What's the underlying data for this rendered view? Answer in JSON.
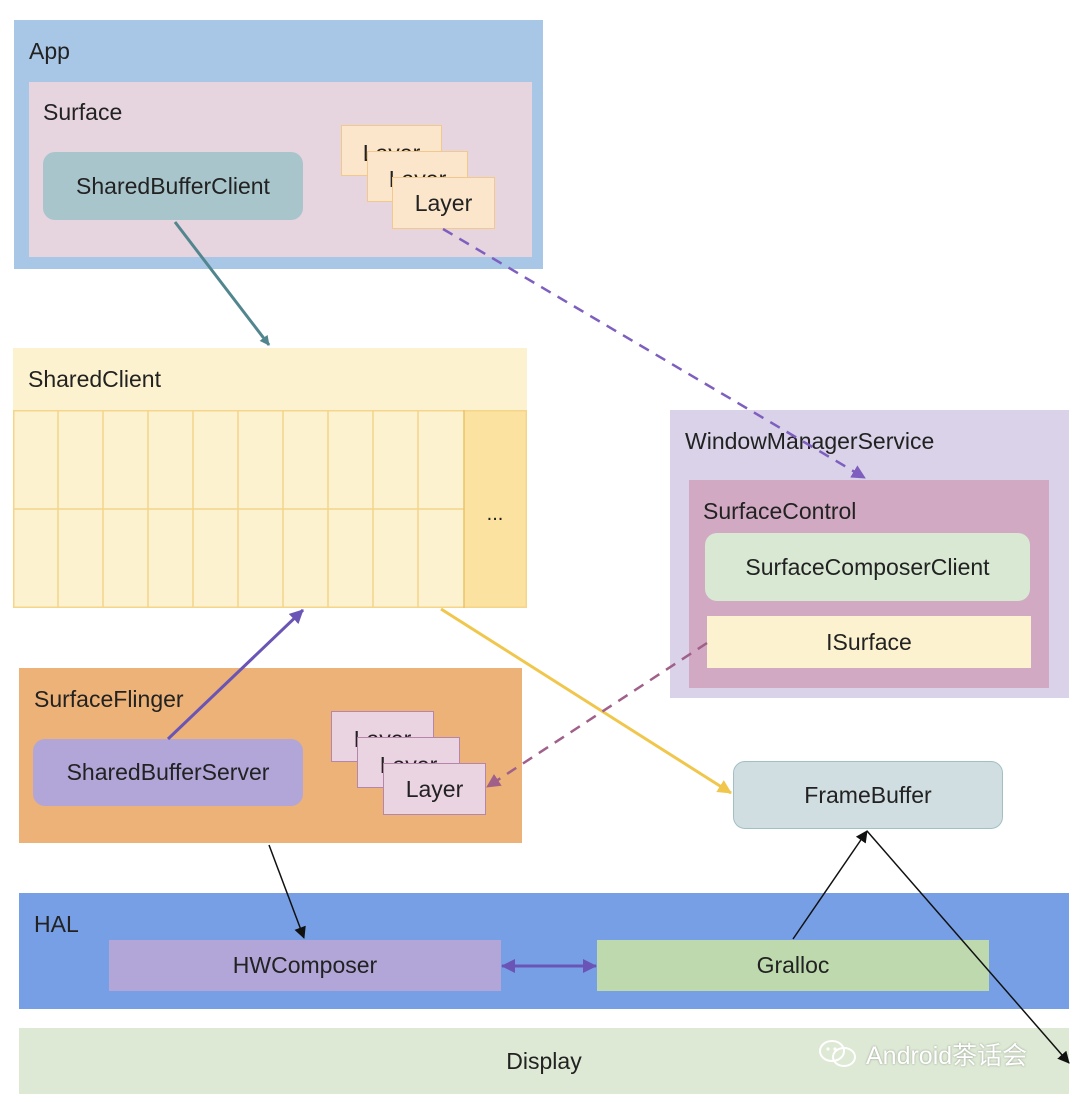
{
  "app": {
    "label": "App"
  },
  "surface": {
    "label": "Surface",
    "shared_buffer_client": "SharedBufferClient",
    "layers": [
      "Layer",
      "Layer",
      "Layer"
    ]
  },
  "shared_client": {
    "label": "SharedClient",
    "ellipsis": "..."
  },
  "surface_flinger": {
    "label": "SurfaceFlinger",
    "shared_buffer_server": "SharedBufferServer",
    "layers": [
      "Layer",
      "Layer",
      "Layer"
    ]
  },
  "window_manager_service": {
    "label": "WindowManagerService",
    "surface_control": {
      "label": "SurfaceControl",
      "composer_client": "SurfaceComposerClient",
      "isurface": "ISurface"
    }
  },
  "frame_buffer": {
    "label": "FrameBuffer"
  },
  "hal": {
    "label": "HAL",
    "hwcomposer": "HWComposer",
    "gralloc": "Gralloc"
  },
  "display": {
    "label": "Display"
  },
  "watermark": {
    "text": "Android茶话会"
  },
  "colors": {
    "teal_arrow": "#52868e",
    "purple_dashed": "#7e5fbf",
    "purple_arrow": "#6a55b6",
    "yellow_arrow": "#f0c74c",
    "plum_dashed": "#a0608a",
    "black_arrow": "#111111"
  }
}
